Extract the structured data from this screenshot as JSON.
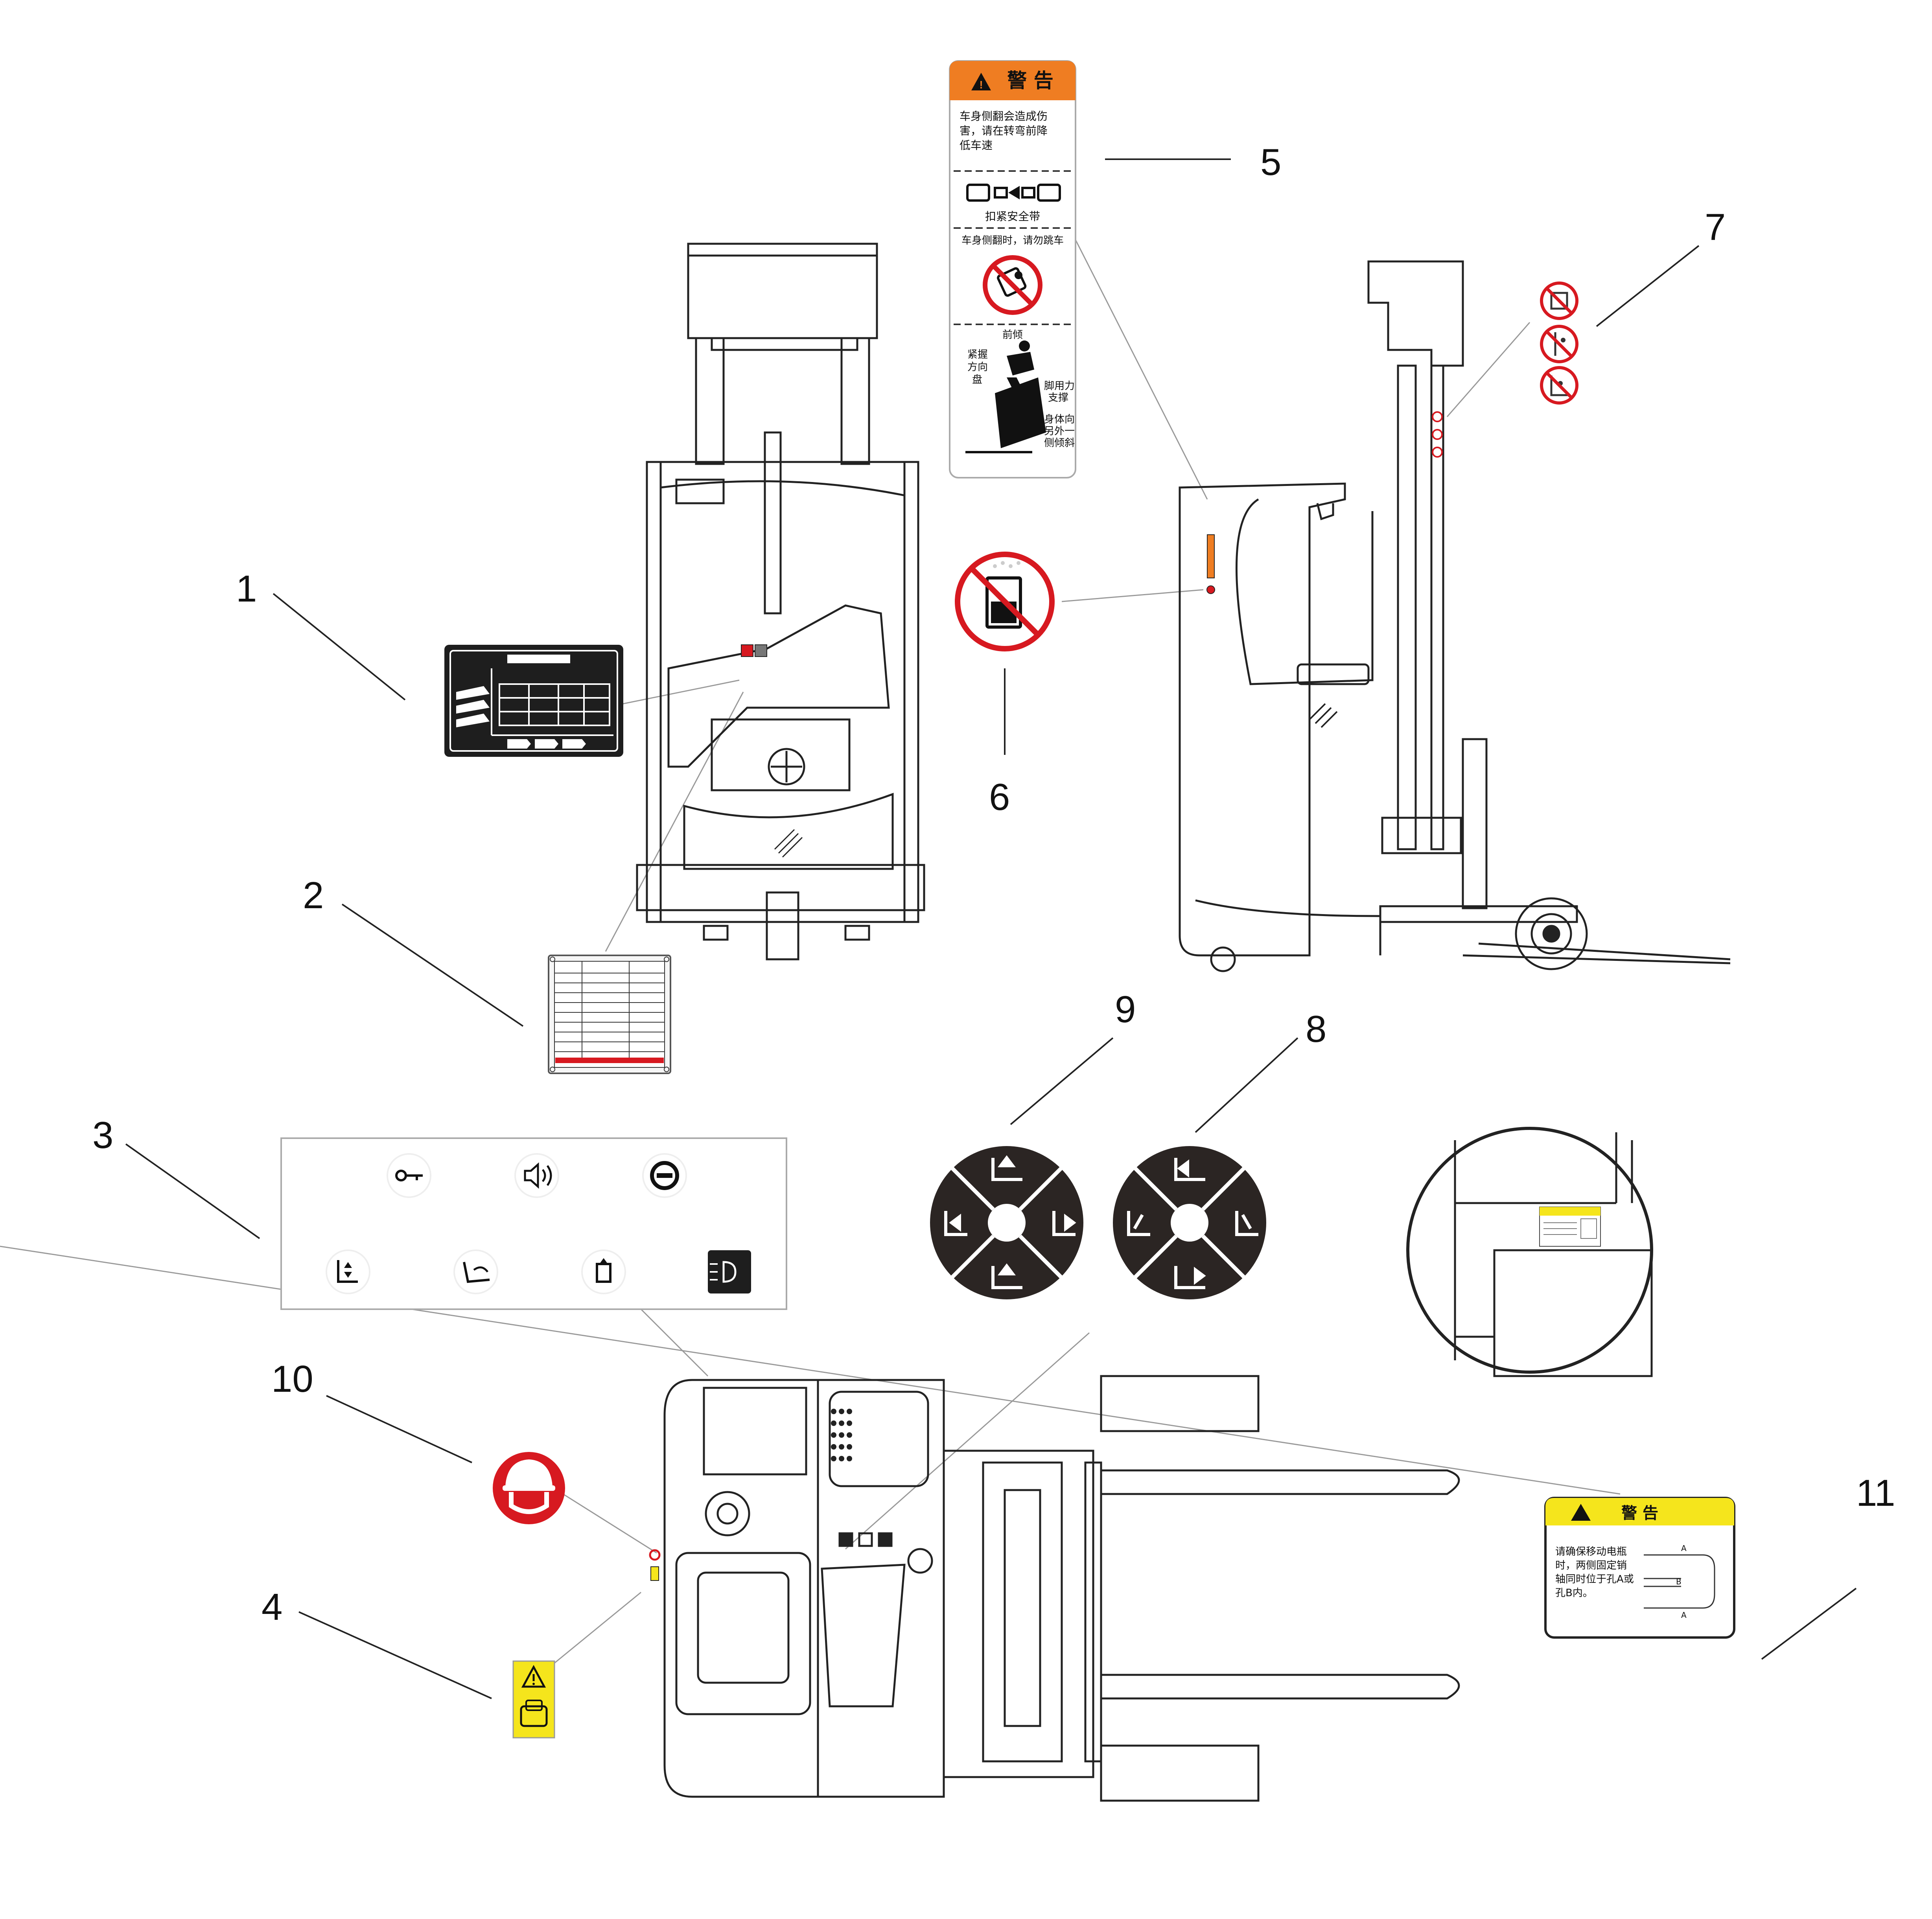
{
  "callouts": {
    "n1": "1",
    "n2": "2",
    "n3": "3",
    "n4": "4",
    "n5": "5",
    "n6": "6",
    "n7": "7",
    "n8": "8",
    "n9": "9",
    "n10": "10",
    "n11": "11"
  },
  "label5": {
    "header": "警  告",
    "line1": "车身侧翻会造成伤",
    "line2": "害，请在转弯前降",
    "line3": "低车速",
    "belt": "扣紧安全带",
    "nojump": "车身侧翻时，请勿跳车",
    "lean": "前倾",
    "grip1": "紧握",
    "grip2": "方向",
    "grip3": "盘",
    "foot1": "脚用力",
    "foot2": "支撑",
    "body1": "身体向",
    "body2": "另外一",
    "body3": "侧倾斜"
  },
  "label11": {
    "header": "警  告",
    "line1": "请确保移动电瓶",
    "line2": "时，两侧固定销",
    "line3": "轴同时位于孔A或",
    "line4": "孔B内。",
    "a": "A",
    "b": "B"
  },
  "colors": {
    "orange": "#ef7d22",
    "yellow": "#f5e51c",
    "red": "#d71920",
    "dark": "#2b2523",
    "line": "#222222"
  },
  "icons": [
    "key-icon",
    "horn-icon",
    "stop-icon",
    "lift-icon",
    "tilt-icon",
    "reach-icon",
    "light-icon",
    "helmet-icon",
    "warning-icon",
    "no-tipping-icon",
    "no-standing-icon"
  ]
}
